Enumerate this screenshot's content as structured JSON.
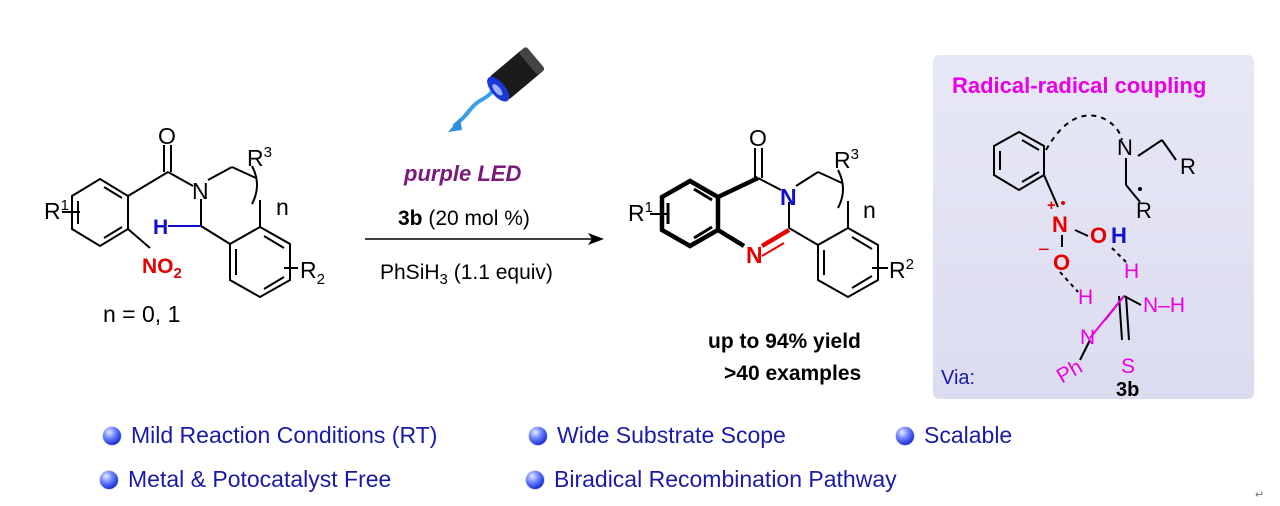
{
  "conditions": {
    "light": "purple LED",
    "catalyst_bold": "3b",
    "catalyst_rest": " (20 mol %)",
    "reductant_a": "PhSiH",
    "reductant_sub": "3",
    "reductant_b": " (1.1 equiv)"
  },
  "reactant": {
    "n_values": "n = 0, 1",
    "substituent_r1": "R",
    "substituent_r1_sup": "1",
    "substituent_r2": "R",
    "substituent_r2_sub": "2",
    "substituent_r3": "R",
    "substituent_r3_sup": "3",
    "n_label": "n",
    "carbonyl_o": "O",
    "amine_n": "N",
    "hydrogen": "H",
    "nitro_a": "NO",
    "nitro_sub": "2"
  },
  "product": {
    "substituent_r1": "R",
    "substituent_r1_sup": "1",
    "substituent_r2": "R",
    "substituent_r2_sup": "2",
    "substituent_r3": "R",
    "substituent_r3_sup": "3",
    "n_label": "n",
    "carbonyl_o": "O",
    "amide_n": "N",
    "imine_n": "N",
    "yield": "up to 94% yield",
    "examples": ">40 examples"
  },
  "mechanism": {
    "title": "Radical-radical coupling",
    "amine_n": "N",
    "r_top": "R",
    "r_bottom": "R",
    "nitro_n": "N",
    "nitro_charge": "+",
    "nitro_o": "O",
    "oh_o": "O",
    "oh_h": "H",
    "minus": "−",
    "h_left": "H",
    "h_right_top": "H",
    "nh_right": "N–H",
    "n_left": "N",
    "ph": "Ph",
    "s_atom": "S",
    "via": "Via:",
    "catalyst_label": "3b"
  },
  "features": [
    "Mild Reaction Conditions (RT)",
    "Wide Substrate Scope",
    "Scalable",
    "Metal & Potocatalyst Free",
    "Biradical Recombination Pathway"
  ],
  "colors": {
    "nitro_red": "#e60000",
    "hydrogen_blue": "#1010c8",
    "magenta": "#e800e8",
    "led_purple": "#7a1a7a",
    "bullet_text": "#1a1aa8",
    "panel_bg": "#e3e3f4"
  }
}
